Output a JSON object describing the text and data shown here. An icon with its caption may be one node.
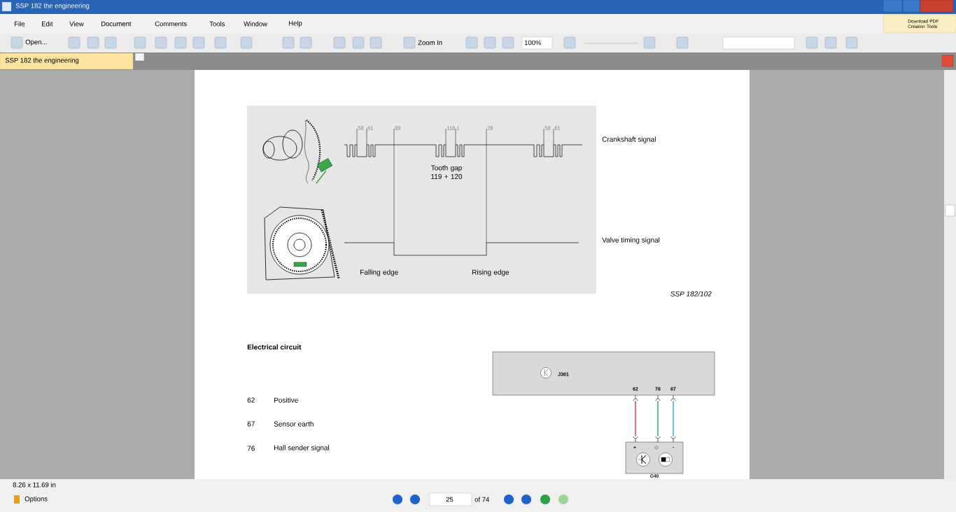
{
  "diagram": {
    "nodes": [
      {
        "text": [
          "J361",
          "62",
          "76",
          "67"
        ]
      },
      {
        "text": [
          "+",
          "-"
        ],
        "beside": [
          "G40"
        ]
      }
    ],
    "edges": [
      {
        "from": 0,
        "to": 1,
        "arrow": "none",
        "color": "#e3232a"
      },
      {
        "from": 0,
        "to": 1,
        "arrow": "none",
        "color": "#12a050"
      },
      {
        "from": 0,
        "to": 1,
        "arrow": "none",
        "color": "#1aa3e6"
      }
    ],
    "labels": [
      "SSP 182 the engineering",
      "File",
      "Edit",
      "View",
      "Document",
      "Comments",
      "Tools",
      "Window",
      "Help",
      "Download PDF Creation Tools",
      "Open...",
      "Zoom In",
      "100%",
      "SSP 182 the engineering",
      "58",
      "61",
      "88",
      "118",
      "1",
      "28",
      "58",
      "61",
      "Crankshaft signal",
      "Tooth gap 119 + 120",
      "Valve timing signal",
      "Falling edge",
      "Rising edge",
      "SSP 182/102",
      "Electrical circuit",
      "62",
      "Positive",
      "67",
      "Sensor earth",
      "76",
      "Hall sender signal",
      "8.26 x 11.69 in",
      "Options",
      "25",
      "of 74"
    ]
  }
}
